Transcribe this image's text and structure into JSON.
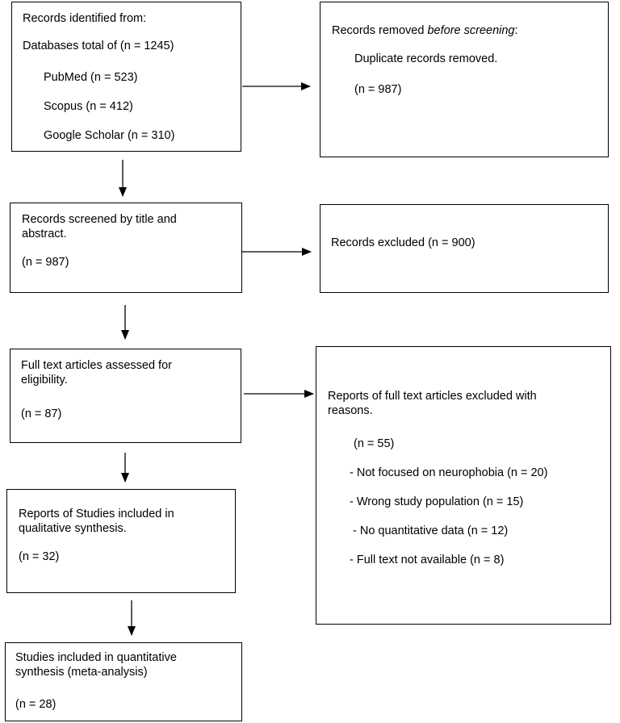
{
  "identification": {
    "heading": "Records identified from:",
    "total": "Databases total of (n = 1245)",
    "pubmed": "PubMed (n = 523)",
    "scopus": "Scopus (n = 412)",
    "scholar": "Google Scholar (n = 310)"
  },
  "removed": {
    "heading_prefix": "Records removed ",
    "heading_emph": "before screening",
    "heading_suffix": ":",
    "duplicates": "Duplicate records removed.",
    "count": "(n = 987)"
  },
  "screened": {
    "line1": "Records screened by title and",
    "line2": "abstract.",
    "count": "(n = 987)"
  },
  "excluded": {
    "text": "Records excluded (n = 900)"
  },
  "fulltext": {
    "line1": "Full text articles assessed for",
    "line2": "eligibility.",
    "count": "(n = 87)"
  },
  "reports_excluded": {
    "line1": "Reports of full text articles excluded with",
    "line2": "reasons.",
    "count": "(n = 55)",
    "reasons": [
      "- Not focused on neurophobia (n = 20)",
      "- Wrong study population (n = 15)",
      "- No quantitative data (n = 12)",
      "- Full text not available (n = 8)"
    ]
  },
  "qualitative": {
    "line1": "Reports of Studies included in",
    "line2": "qualitative synthesis.",
    "count": "(n = 32)"
  },
  "quantitative": {
    "line1": "Studies included in quantitative",
    "line2": "synthesis (meta-analysis)",
    "count": "(n = 28)"
  }
}
